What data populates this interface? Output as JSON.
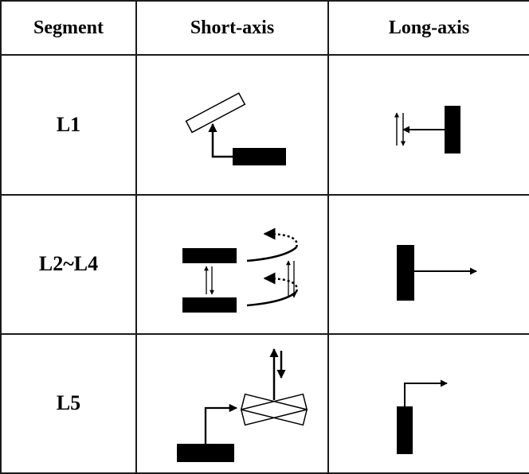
{
  "table": {
    "headers": [
      "Segment",
      "Short-axis",
      "Long-axis"
    ],
    "rows": [
      {
        "segment": "L1"
      },
      {
        "segment": "L2~L4"
      },
      {
        "segment": "L5"
      }
    ]
  },
  "colors": {
    "ink": "#000000",
    "border": "#1a1a1a",
    "background": "#ffffff"
  }
}
